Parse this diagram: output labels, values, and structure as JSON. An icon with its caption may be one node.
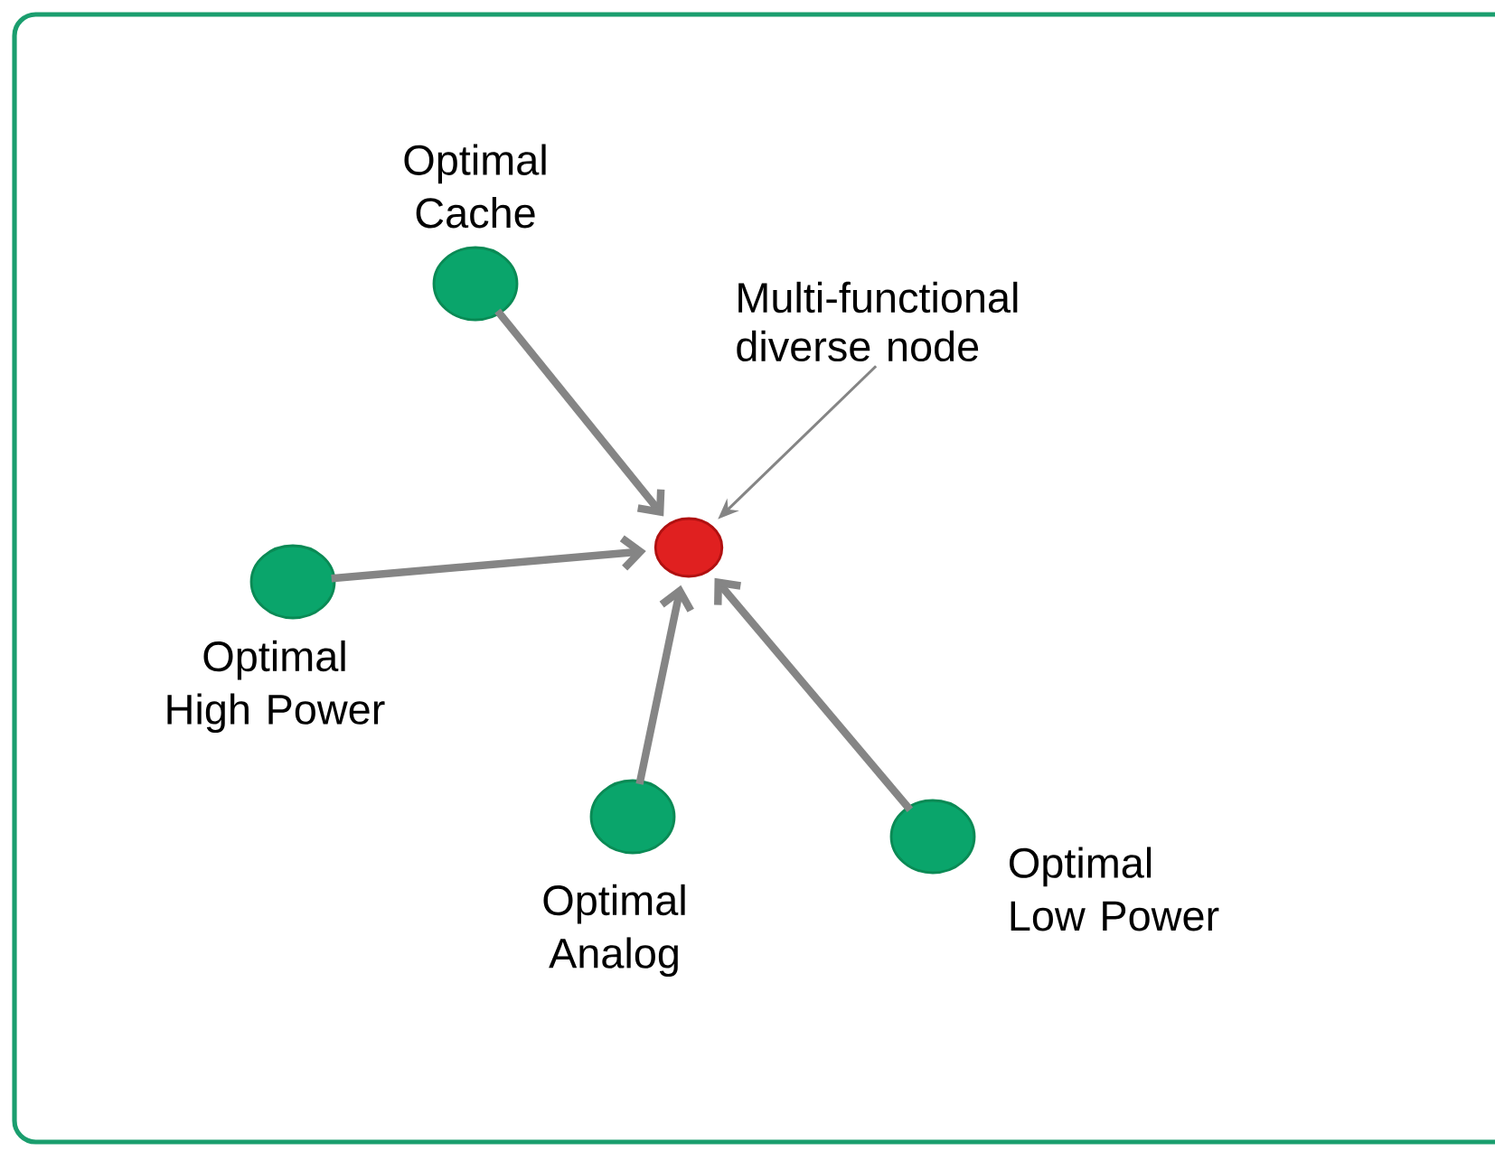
{
  "diagram": {
    "nodes": [
      {
        "text": [],
        "shape": "circle",
        "beside": [
          "Optimal Cache"
        ]
      },
      {
        "text": [
          "Multi-functional diverse node"
        ]
      },
      {
        "text": [],
        "shape": "circle"
      },
      {
        "text": [],
        "shape": "circle",
        "beside": [
          "Optimal High Power"
        ]
      },
      {
        "text": [],
        "shape": "circle",
        "beside": [
          "Optimal Analog"
        ]
      },
      {
        "text": [],
        "shape": "circle",
        "beside": [
          "Optimal Low Power"
        ]
      }
    ],
    "edges": [
      {
        "from": 0,
        "to": 2,
        "arrow": "to"
      },
      {
        "from": 1,
        "to": 2,
        "arrow": "to"
      },
      {
        "from": 3,
        "to": 2,
        "arrow": "to"
      },
      {
        "from": 4,
        "to": 2,
        "arrow": "to"
      },
      {
        "from": 5,
        "to": 2,
        "arrow": "to"
      }
    ]
  }
}
